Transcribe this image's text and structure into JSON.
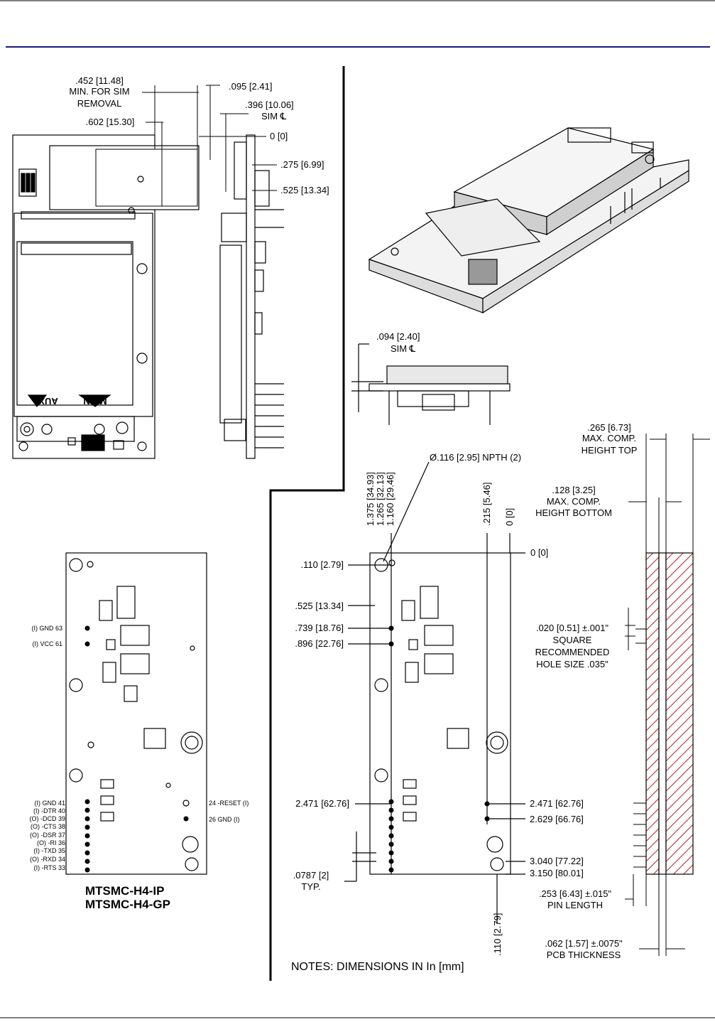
{
  "top_left_dims": {
    "min_sim_1": ".452 [11.48]",
    "min_sim_2": "MIN. FOR SIM",
    "min_sim_3": "REMOVAL",
    "w602": ".602 [15.30]",
    "d095": ".095 [2.41]",
    "d396": ".396 [10.06]",
    "sim_cl": "SIM ℄",
    "zero": "0 [0]",
    "d275": ".275 [6.99]",
    "d525": ".525 [13.34]"
  },
  "board_labels": {
    "aux": "AUX",
    "main": "MAIN"
  },
  "side_view": {
    "d094": ".094 [2.40]",
    "sim_cl": "SIM ℄"
  },
  "bottom_left": {
    "pins_left": [
      "(I) GND 63",
      "(I) VCC 61",
      "(I) GND 41",
      "(I) -DTR 40",
      "(O) -DCD 39",
      "(O) -CTS 38",
      "(O) -DSR 37",
      "(O) -RI 36",
      "(I) -TXD 35",
      "(O) -RXD 34",
      "(I) -RTS 33"
    ],
    "pins_right": [
      "24 -RESET (I)",
      "26 GND (I)"
    ],
    "model1": "MTSMC-H4-IP",
    "model2": "MTSMC-H4-GP"
  },
  "bottom_middle": {
    "v1375": "1.375 [34.93]",
    "v1265": "1.265 [32.13]",
    "v1160": "1.160 [29.46]",
    "npth": "Ø.116 [2.95] NPTH (2)",
    "v215": ".215 [5.46]",
    "v0": "0 [0]",
    "h0": "0 [0]",
    "l110": ".110 [2.79]",
    "l525": ".525 [13.34]",
    "l739": ".739 [18.76]",
    "l896": ".896 [22.76]",
    "l2471": "2.471 [62.76]",
    "r2471": "2.471 [62.76]",
    "r2629": "2.629 [66.76]",
    "r3040": "3.040 [77.22]",
    "r3150": "3.150 [80.01]",
    "pitch": ".0787 [2]",
    "typ": "TYP.",
    "v110b": ".110 [2.79]",
    "notes": "NOTES: DIMENSIONS IN In [mm]"
  },
  "bottom_right": {
    "top_h1": ".265 [6.73]",
    "top_h2": "MAX. COMP.",
    "top_h3": "HEIGHT TOP",
    "bot_h1": ".128 [3.25]",
    "bot_h2": "MAX. COMP.",
    "bot_h3": "HEIGHT BOTTOM",
    "sq1": ".020 [0.51] ±.001\"",
    "sq2": "SQUARE",
    "sq3": "RECOMMENDED",
    "sq4": "HOLE SIZE .035\"",
    "pin1": ".253 [6.43] ±.015\"",
    "pin2": "PIN LENGTH",
    "pcb1": ".062 [1.57] ±.0075\"",
    "pcb2": "PCB THICKNESS"
  },
  "colors": {
    "header_rule": "#1a1a7a",
    "hatch": "#b22222"
  }
}
